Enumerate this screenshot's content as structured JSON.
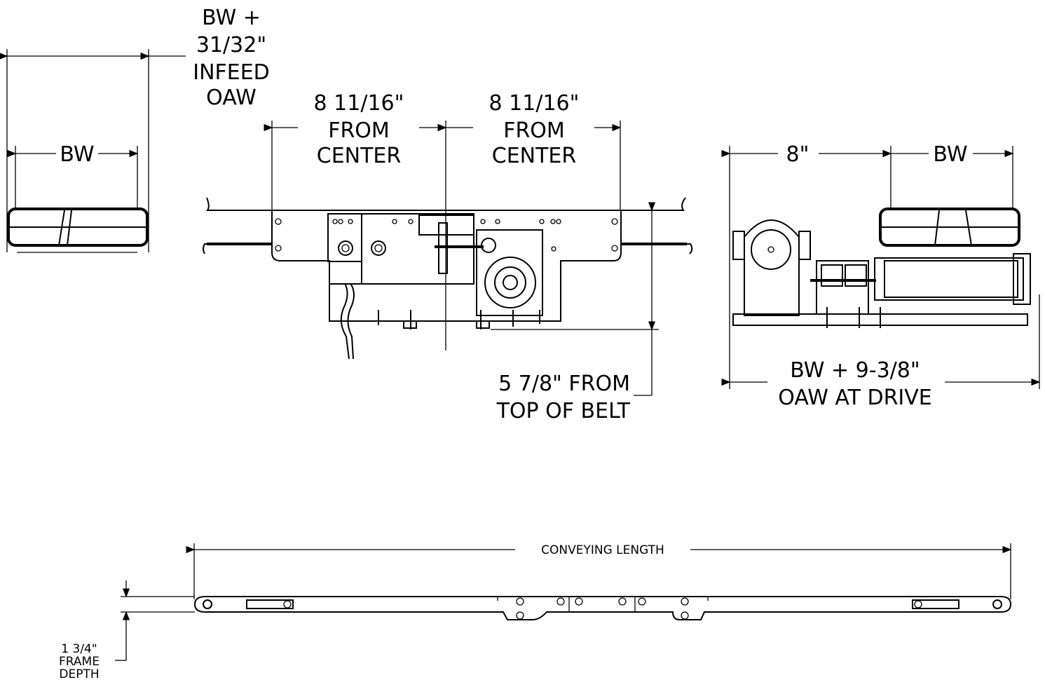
{
  "infeed_view": {
    "oaw_label": [
      "BW +",
      "31/32\"",
      "INFEED",
      "OAW"
    ],
    "bw_label": "BW"
  },
  "side_view": {
    "left_dim": [
      "8 11/16\"",
      "FROM",
      "CENTER"
    ],
    "right_dim": [
      "8 11/16\"",
      "FROM",
      "CENTER"
    ],
    "height_dim": [
      "5 7/8\" FROM",
      "TOP OF BELT"
    ]
  },
  "drive_view": {
    "eight_label": "8\"",
    "bw_label": "BW",
    "oaw_label": [
      "BW + 9-3/8\"",
      "OAW AT DRIVE"
    ]
  },
  "bottom_view": {
    "conveying_length_label": "CONVEYING LENGTH",
    "frame_depth_label": [
      "1 3/4\"",
      "FRAME",
      "DEPTH"
    ]
  }
}
